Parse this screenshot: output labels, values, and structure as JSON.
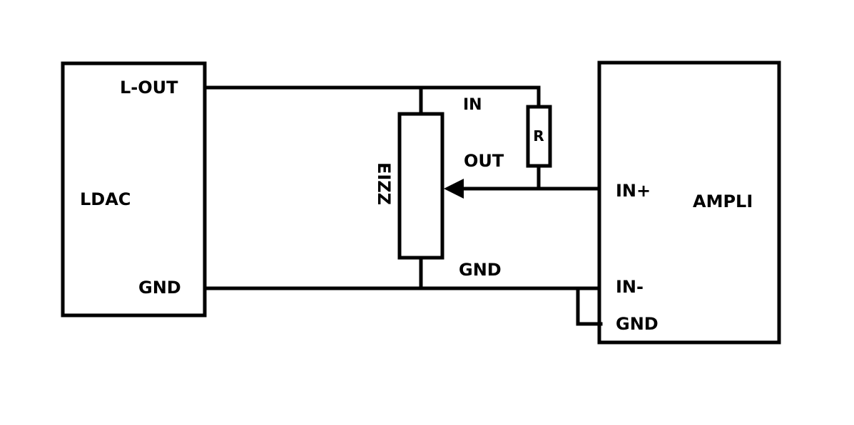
{
  "colors": {
    "line": "#000000",
    "background": "#ffffff"
  },
  "ldac": {
    "name": "LDAC",
    "pin_out": "L-OUT",
    "pin_gnd": "GND"
  },
  "potentiometer": {
    "name": "EIZZ",
    "pin_in": "IN",
    "pin_out": "OUT",
    "pin_gnd": "GND"
  },
  "resistor": {
    "name": "R"
  },
  "ampli": {
    "name": "AMPLI",
    "pin_in_plus": "IN+",
    "pin_in_minus": "IN-",
    "pin_gnd": "GND"
  }
}
